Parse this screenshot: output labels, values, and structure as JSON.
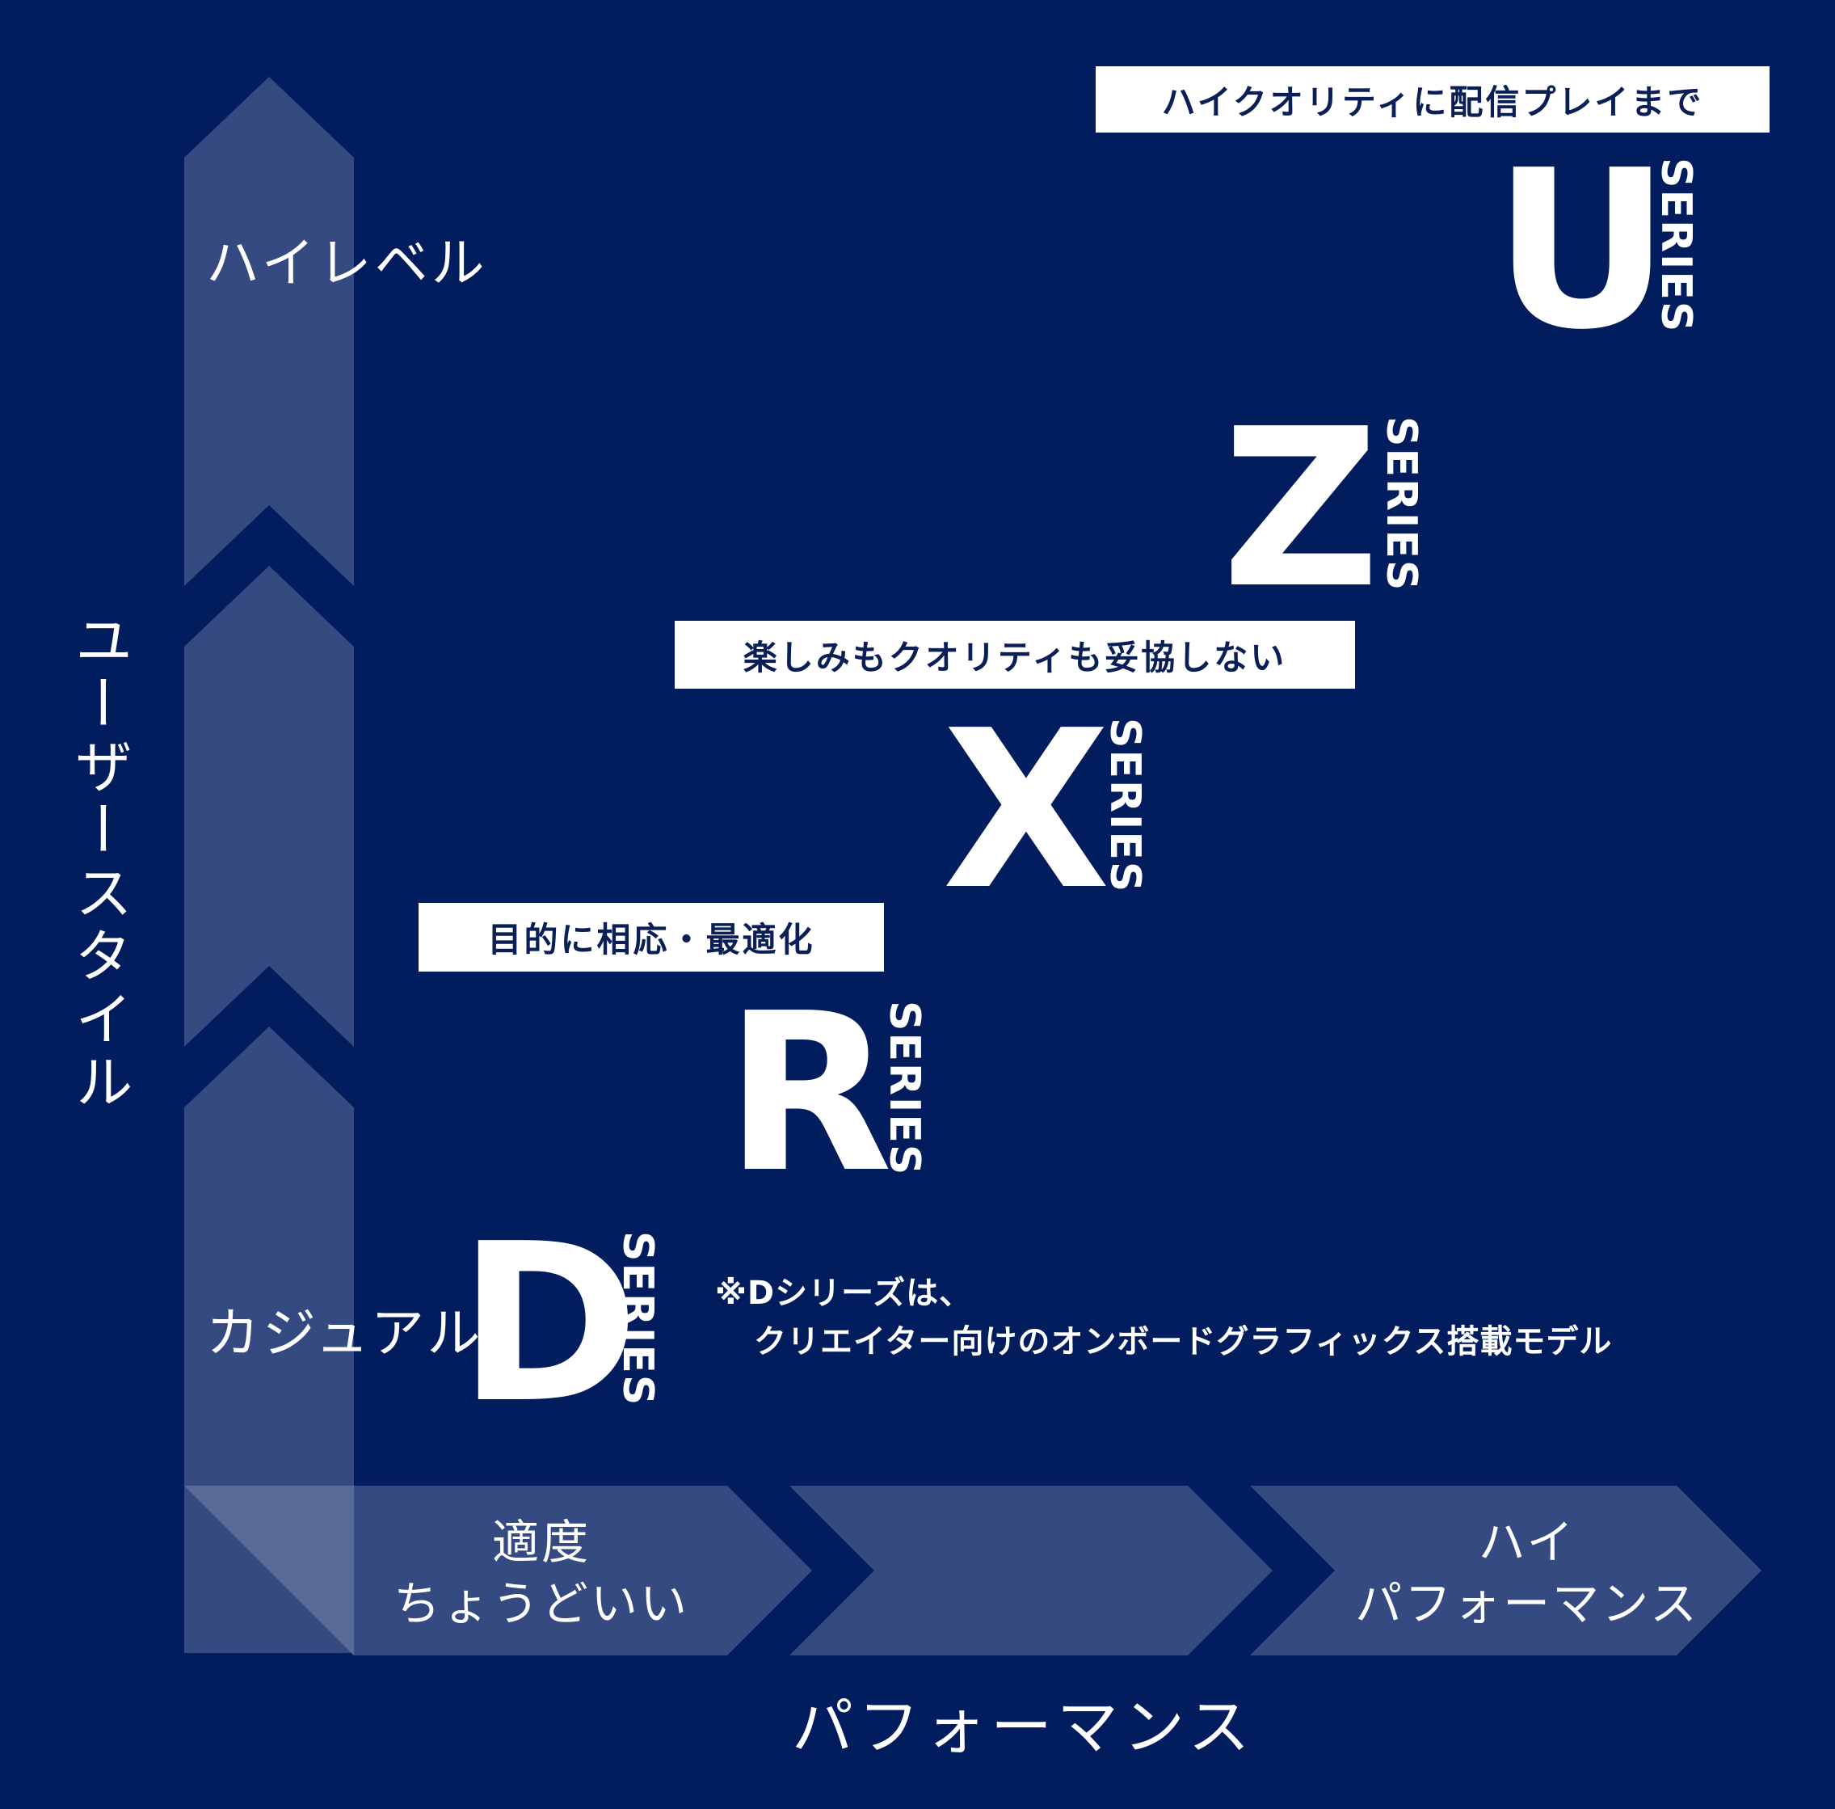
{
  "colors": {
    "background": "#021d5d",
    "arrow_fill": "#344a80",
    "arrow_overlap": "#5a6a96",
    "tagline_bg": "#ffffff",
    "tagline_text": "#0a1f55"
  },
  "y_axis": {
    "title": "ユーザースタイル",
    "high_label": "ハイレベル",
    "low_label": "カジュアル"
  },
  "x_axis": {
    "title": "パフォーマンス",
    "low_label_line1": "適度",
    "low_label_line2": "ちょうどいい",
    "high_label_line1": "ハイ",
    "high_label_line2": "パフォーマンス"
  },
  "series": [
    {
      "letter": "U",
      "sub": "SERIES"
    },
    {
      "letter": "Z",
      "sub": "SERIES"
    },
    {
      "letter": "X",
      "sub": "SERIES"
    },
    {
      "letter": "R",
      "sub": "SERIES"
    },
    {
      "letter": "D",
      "sub": "SERIES"
    }
  ],
  "taglines": {
    "u": "ハイクオリティに配信プレイまで",
    "x": "楽しみもクオリティも妥協しない",
    "r": "目的に相応・最適化"
  },
  "note": {
    "line1": "※Dシリーズは、",
    "line2": "クリエイター向けのオンボードグラフィックス搭載モデル"
  }
}
